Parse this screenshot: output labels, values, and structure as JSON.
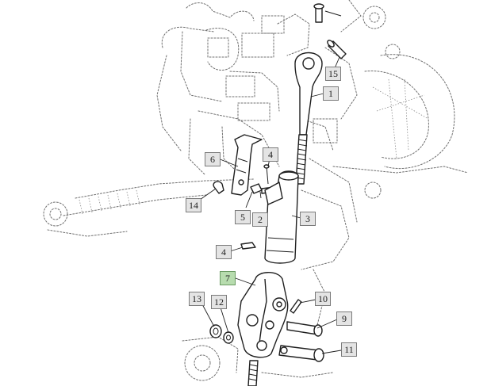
{
  "callouts": [
    {
      "id": "c1",
      "label": "1"
    },
    {
      "id": "c2",
      "label": "2"
    },
    {
      "id": "c3",
      "label": "3"
    },
    {
      "id": "c4a",
      "label": "4"
    },
    {
      "id": "c4b",
      "label": "4"
    },
    {
      "id": "c5",
      "label": "5"
    },
    {
      "id": "c6",
      "label": "6"
    },
    {
      "id": "c7",
      "label": "7",
      "highlighted": true
    },
    {
      "id": "c9",
      "label": "9"
    },
    {
      "id": "c10",
      "label": "10"
    },
    {
      "id": "c11",
      "label": "11"
    },
    {
      "id": "c12",
      "label": "12"
    },
    {
      "id": "c13",
      "label": "13"
    },
    {
      "id": "c14",
      "label": "14"
    },
    {
      "id": "c15",
      "label": "15"
    }
  ],
  "colors": {
    "highlight": "#b7dcae",
    "callout_bg": "#e4e4e4",
    "line": "#1f1f1f",
    "ghost": "#6f6f6f"
  }
}
